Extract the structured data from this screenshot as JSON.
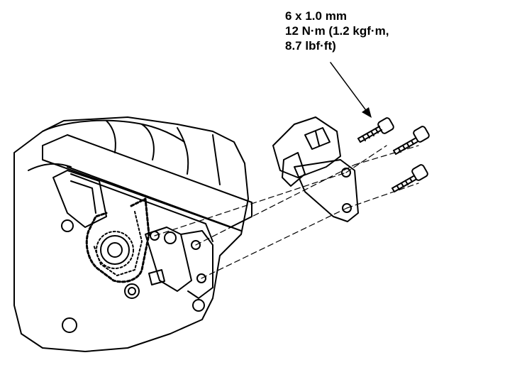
{
  "diagram": {
    "callout": {
      "size": "6 x 1.0 mm",
      "torque_metric": "12 N·m (1.2 kgf·m,",
      "torque_imperial": "8.7 lbf·ft)"
    },
    "colors": {
      "line": "#000000",
      "background": "#ffffff"
    }
  }
}
